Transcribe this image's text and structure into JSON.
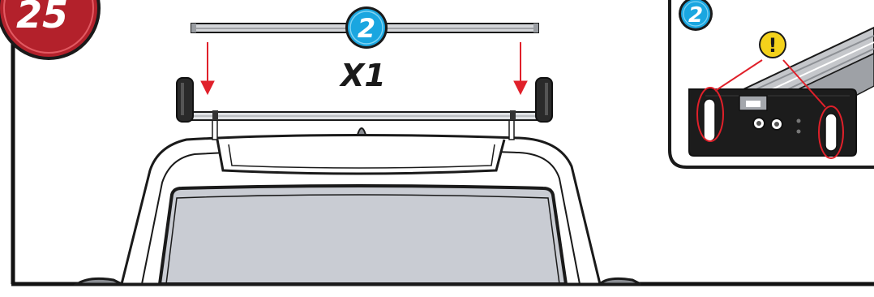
{
  "step": {
    "number": "25",
    "color": "#b3212b"
  },
  "part": {
    "number": "2",
    "color": "#1aa6e0"
  },
  "quantity": {
    "label": "X1"
  },
  "detail": {
    "part_number": "2",
    "warning_symbol": "!",
    "warning_color": "#f4d21b",
    "highlight_color": "#e0202a"
  },
  "colors": {
    "arrow": "#e0202a",
    "glass": "#c9ccd3",
    "outline": "#1a1a1a",
    "panel": "#8a8d93"
  }
}
